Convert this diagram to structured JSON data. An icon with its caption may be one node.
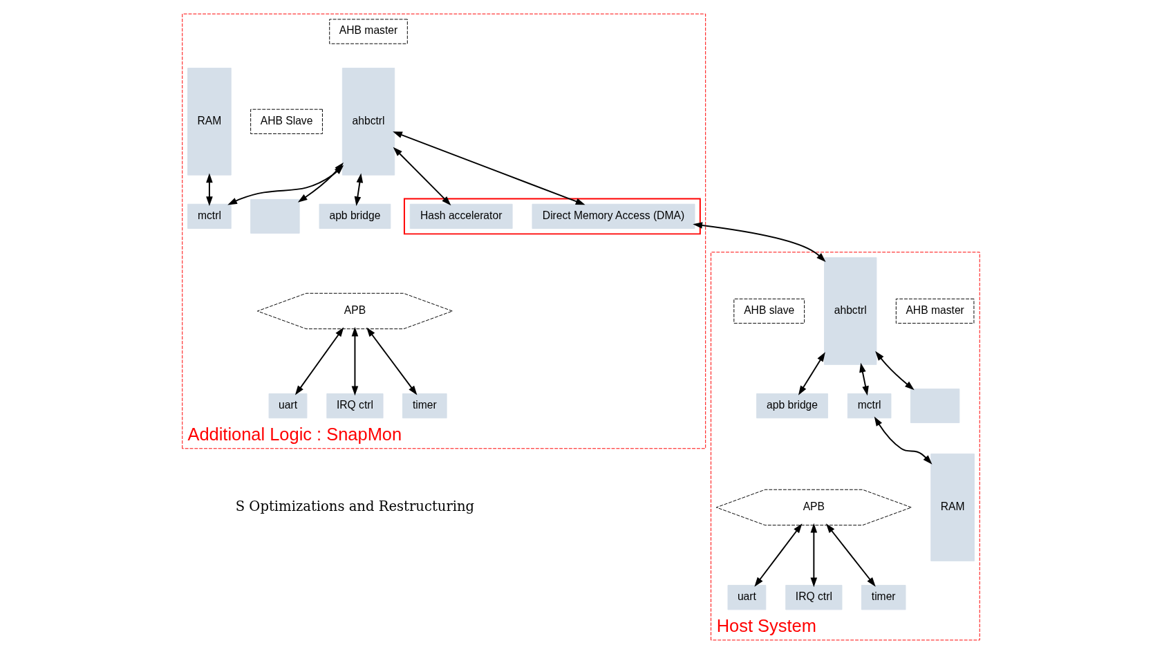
{
  "diagram": {
    "nodes": [
      {
        "text": [
          "Additional Logic : SnapMon"
        ]
      },
      {
        "text": [
          "AHB master"
        ],
        "in": 0
      },
      {
        "text": [
          "ahbctrl"
        ],
        "in": 0
      },
      {
        "text": [],
        "shape": "box",
        "in": 0
      },
      {
        "text": [
          "AHB Slave"
        ],
        "in": 0
      },
      {
        "text": [
          "RAM"
        ],
        "in": 0
      },
      {
        "text": [
          "mctrl"
        ],
        "in": 0
      },
      {
        "text": [
          "apb bridge"
        ],
        "in": 0
      },
      {
        "text": [
          "APB"
        ],
        "in": 0
      },
      {
        "text": [
          "uart"
        ],
        "in": 0
      },
      {
        "text": [
          "IRQ ctrl"
        ],
        "in": 0
      },
      {
        "text": [
          "timer"
        ],
        "in": 0
      },
      {
        "text": [],
        "shape": "box",
        "in": 0
      },
      {
        "text": [
          "Direct Memory Access (DMA)"
        ],
        "in": 12
      },
      {
        "text": [
          "Hash accelerator"
        ],
        "in": 12
      },
      {
        "text": [
          "Host System"
        ]
      },
      {
        "text": [
          "AHB master"
        ],
        "in": 15
      },
      {
        "text": [],
        "shape": "box",
        "in": 15
      },
      {
        "text": [
          "ahbctrl"
        ],
        "in": 15
      },
      {
        "text": [
          "AHB slave"
        ],
        "in": 15
      },
      {
        "text": [
          "apb bridge"
        ],
        "in": 15
      },
      {
        "text": [
          "mctrl"
        ],
        "in": 15
      },
      {
        "text": [
          "RAM"
        ],
        "in": 15
      },
      {
        "text": [
          "APB"
        ],
        "in": 15
      },
      {
        "text": [
          "uart"
        ],
        "in": 15
      },
      {
        "text": [
          "IRQ ctrl"
        ],
        "in": 15
      },
      {
        "text": [
          "timer"
        ],
        "in": 15
      }
    ],
    "edges": [
      {
        "from": 2,
        "to": 3,
        "arrow": "both"
      },
      {
        "from": 2,
        "to": 13,
        "arrow": "both"
      },
      {
        "from": 2,
        "to": 14,
        "arrow": "both"
      },
      {
        "from": 2,
        "to": 7,
        "arrow": "both"
      },
      {
        "from": 2,
        "to": 6,
        "arrow": "both"
      },
      {
        "from": 5,
        "to": 6,
        "arrow": "both"
      },
      {
        "from": 8,
        "to": 9,
        "arrow": "both"
      },
      {
        "from": 8,
        "to": 10,
        "arrow": "both"
      },
      {
        "from": 8,
        "to": 11,
        "arrow": "both"
      },
      {
        "from": 13,
        "to": 18,
        "arrow": "both"
      },
      {
        "from": 18,
        "to": 17,
        "arrow": "both"
      },
      {
        "from": 18,
        "to": 20,
        "arrow": "both"
      },
      {
        "from": 18,
        "to": 21,
        "arrow": "both"
      },
      {
        "from": 21,
        "to": 22,
        "arrow": "both"
      },
      {
        "from": 23,
        "to": 24,
        "arrow": "both"
      },
      {
        "from": 23,
        "to": 25,
        "arrow": "both"
      },
      {
        "from": 23,
        "to": 26,
        "arrow": "both"
      }
    ],
    "labels": [
      "S Optimizations and Restructuring"
    ]
  }
}
